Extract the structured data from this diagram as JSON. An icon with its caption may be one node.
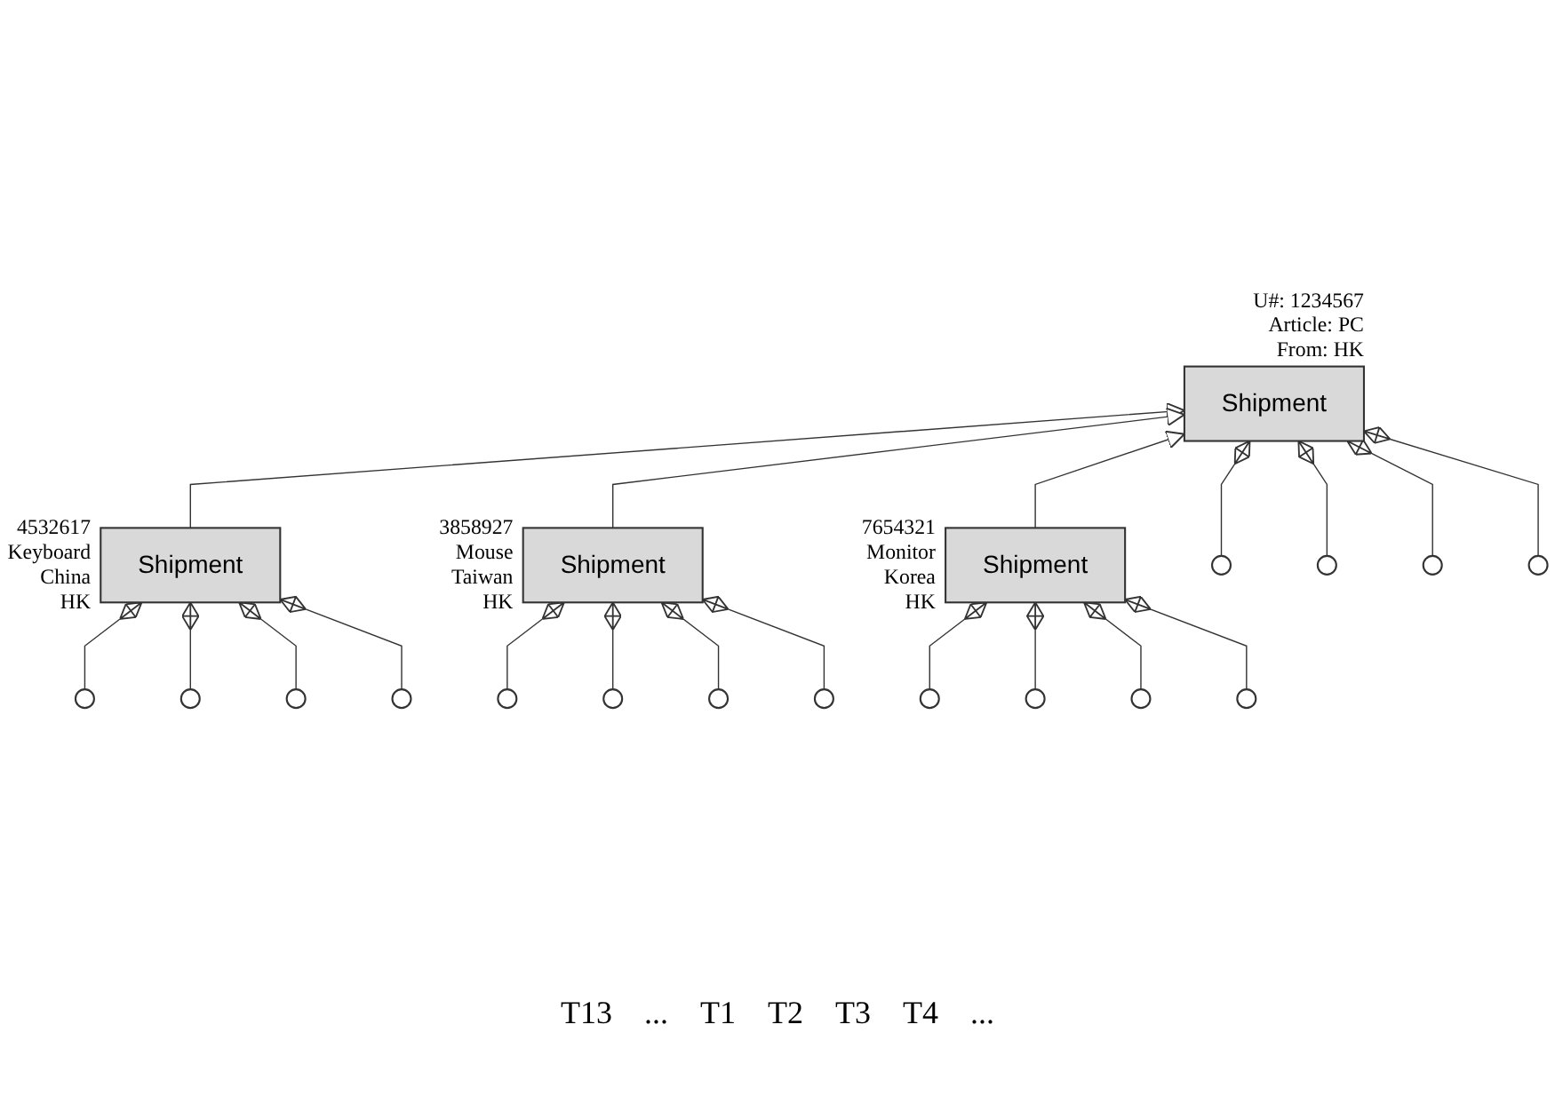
{
  "diagram": {
    "nodes": [
      {
        "text": [
          "Shipment"
        ],
        "beside": [
          "U#: 1234567",
          "Article: PC",
          "From: HK"
        ]
      },
      {
        "text": [
          "Shipment"
        ],
        "beside": [
          "4532617",
          "Keyboard",
          "China",
          "HK"
        ]
      },
      {
        "text": [
          "Shipment"
        ],
        "beside": [
          "3858927",
          "Mouse",
          "Taiwan",
          "HK"
        ]
      },
      {
        "text": [
          "Shipment"
        ],
        "beside": [
          "7654321",
          "Monitor",
          "Korea",
          "HK"
        ]
      },
      {
        "text": [],
        "shape": "circle"
      },
      {
        "text": [],
        "shape": "circle"
      },
      {
        "text": [],
        "shape": "circle"
      },
      {
        "text": [],
        "shape": "circle"
      },
      {
        "text": [],
        "shape": "circle"
      },
      {
        "text": [],
        "shape": "circle"
      },
      {
        "text": [],
        "shape": "circle"
      },
      {
        "text": [],
        "shape": "circle"
      },
      {
        "text": [],
        "shape": "circle"
      },
      {
        "text": [],
        "shape": "circle"
      },
      {
        "text": [],
        "shape": "circle"
      },
      {
        "text": [],
        "shape": "circle"
      },
      {
        "text": [],
        "shape": "circle"
      },
      {
        "text": [],
        "shape": "circle"
      },
      {
        "text": [],
        "shape": "circle"
      },
      {
        "text": [],
        "shape": "circle"
      }
    ],
    "edges": [
      {
        "from": 1,
        "to": 0,
        "arrow": "to"
      },
      {
        "from": 2,
        "to": 0,
        "arrow": "to"
      },
      {
        "from": 3,
        "to": 0,
        "arrow": "to"
      },
      {
        "from": 0,
        "to": 4,
        "arrow": "other"
      },
      {
        "from": 0,
        "to": 5,
        "arrow": "other"
      },
      {
        "from": 0,
        "to": 6,
        "arrow": "other"
      },
      {
        "from": 0,
        "to": 7,
        "arrow": "other"
      },
      {
        "from": 1,
        "to": 8,
        "arrow": "other"
      },
      {
        "from": 1,
        "to": 9,
        "arrow": "other"
      },
      {
        "from": 1,
        "to": 10,
        "arrow": "other"
      },
      {
        "from": 1,
        "to": 11,
        "arrow": "other"
      },
      {
        "from": 2,
        "to": 12,
        "arrow": "other"
      },
      {
        "from": 2,
        "to": 13,
        "arrow": "other"
      },
      {
        "from": 2,
        "to": 14,
        "arrow": "other"
      },
      {
        "from": 2,
        "to": 15,
        "arrow": "other"
      },
      {
        "from": 3,
        "to": 16,
        "arrow": "other"
      },
      {
        "from": 3,
        "to": 17,
        "arrow": "other"
      },
      {
        "from": 3,
        "to": 18,
        "arrow": "other"
      },
      {
        "from": 3,
        "to": 19,
        "arrow": "other"
      }
    ],
    "labels": [
      "T13",
      "...",
      "T1",
      "T2",
      "T3",
      "T4",
      "..."
    ]
  }
}
